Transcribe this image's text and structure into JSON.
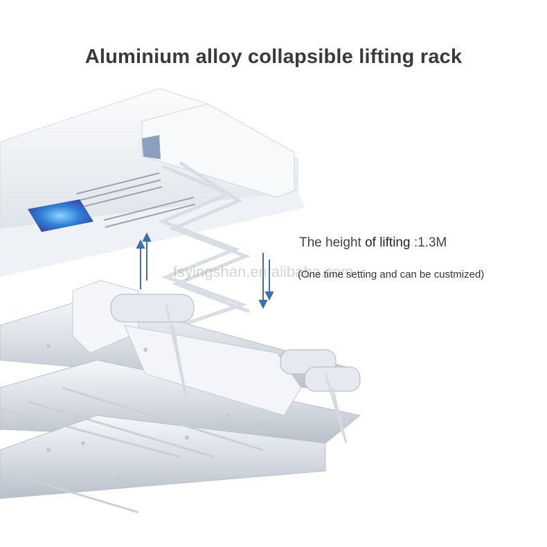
{
  "title": "Aluminium alloy collapsible lifting rack",
  "spec": {
    "prefix": "The height ",
    "emphasis": "of lifting",
    "value": " :1.3M",
    "note": "(One time setting and can be custmized)"
  },
  "watermark": "fsyingshan.en.alibaba.com",
  "colors": {
    "arrow": "#3b6fb3",
    "panel_light": "#2f9fe0",
    "metal": "#e9edf2"
  }
}
